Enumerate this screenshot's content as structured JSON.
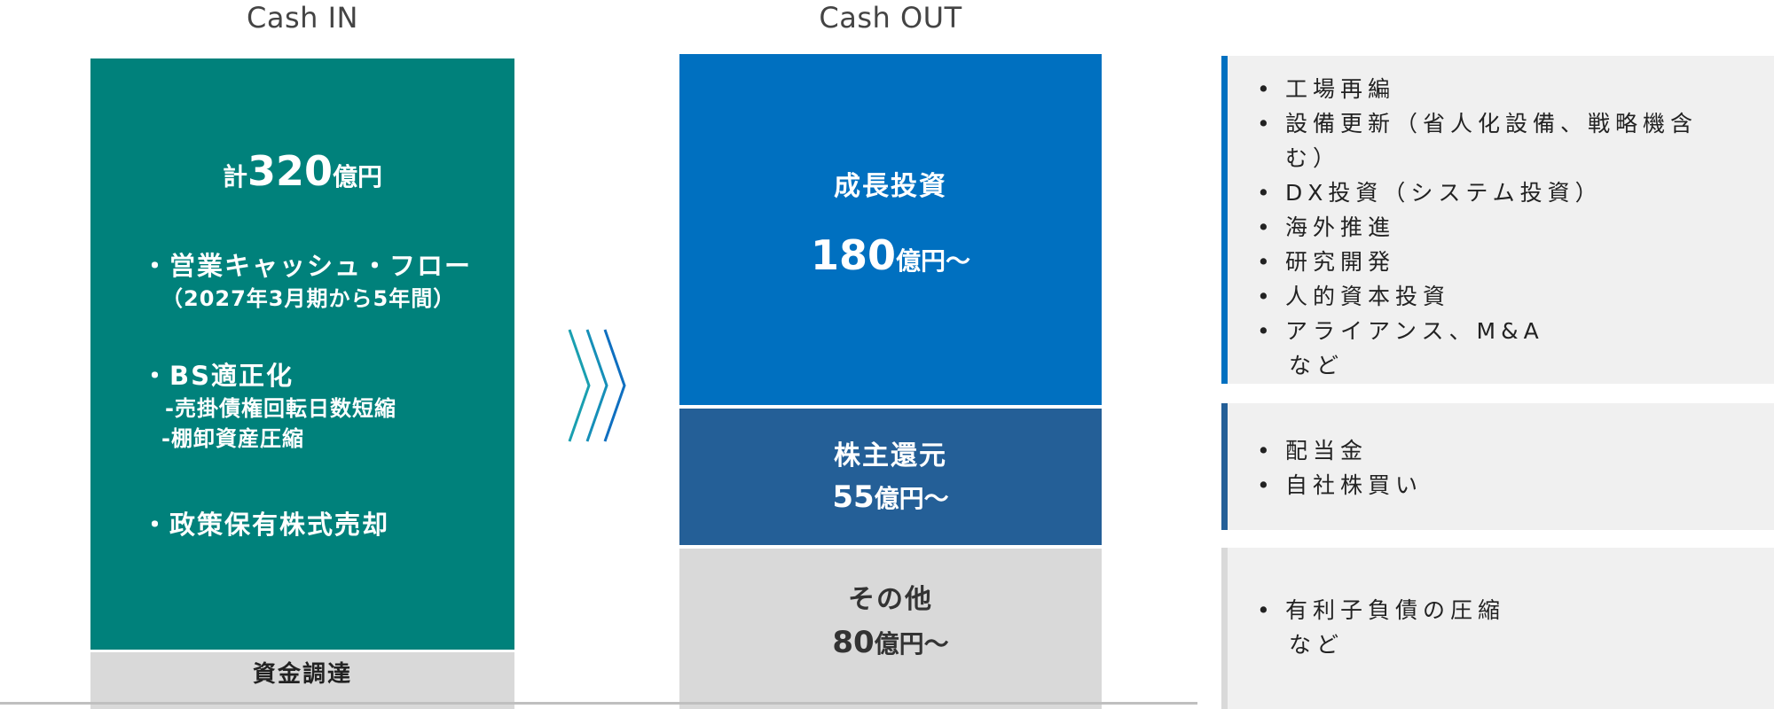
{
  "headers": {
    "cash_in": "Cash IN",
    "cash_out": "Cash OUT"
  },
  "cash_in": {
    "total_prefix": "計",
    "total_number": "320",
    "total_unit": "億円",
    "items": [
      {
        "label": "・営業キャッシュ・フロー",
        "sub": [
          "（2027年3月期から5年間）"
        ]
      },
      {
        "label": "・BS適正化",
        "sub": [
          "-売掛債権回転日数短縮",
          "-棚卸資産圧縮"
        ]
      },
      {
        "label": "・政策保有株式売却",
        "sub": []
      }
    ],
    "bottom_label": "資金調達"
  },
  "cash_out": {
    "growth": {
      "label": "成長投資",
      "number": "180",
      "unit": "億円～"
    },
    "return": {
      "label": "株主還元",
      "number": "55",
      "unit": "億円～"
    },
    "other": {
      "label": "その他",
      "number": "80",
      "unit": "億円～"
    }
  },
  "details": {
    "growth": {
      "items": [
        "工場再編",
        "設備更新（省人化設備、戦略機含",
        "む）",
        "DX投資（システム投資）",
        "海外推進",
        "研究開発",
        "人的資本投資",
        "アライアンス、M&A"
      ],
      "note": "など"
    },
    "return": {
      "items": [
        "配当金",
        "自社株買い"
      ]
    },
    "other": {
      "items": [
        "有利子負債の圧縮"
      ],
      "note": "など"
    }
  },
  "colors": {
    "cash_in": "#00817b",
    "growth": "#0070c0",
    "return": "#245f97",
    "other": "#d9d9d9",
    "chevron": "#1a9fb0"
  }
}
